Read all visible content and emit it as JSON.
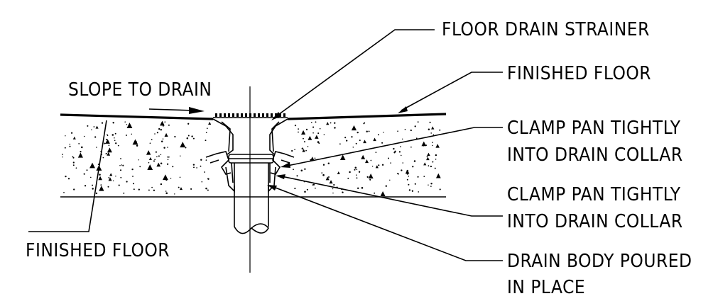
{
  "labels": {
    "floor_drain_strainer": "FLOOR DRAIN STRAINER",
    "finished_floor_top": "FINISHED FLOOR",
    "clamp_pan_1": [
      "CLAMP PAN TIGHTLY",
      "INTO DRAIN COLLAR"
    ],
    "clamp_pan_2": [
      "CLAMP PAN TIGHTLY",
      "INTO DRAIN COLLAR"
    ],
    "drain_body": [
      "DRAIN BODY POURED",
      "IN PLACE"
    ],
    "slope_to_drain": "SLOPE TO DRAIN",
    "finished_floor_left": "FINISHED FLOOR"
  }
}
